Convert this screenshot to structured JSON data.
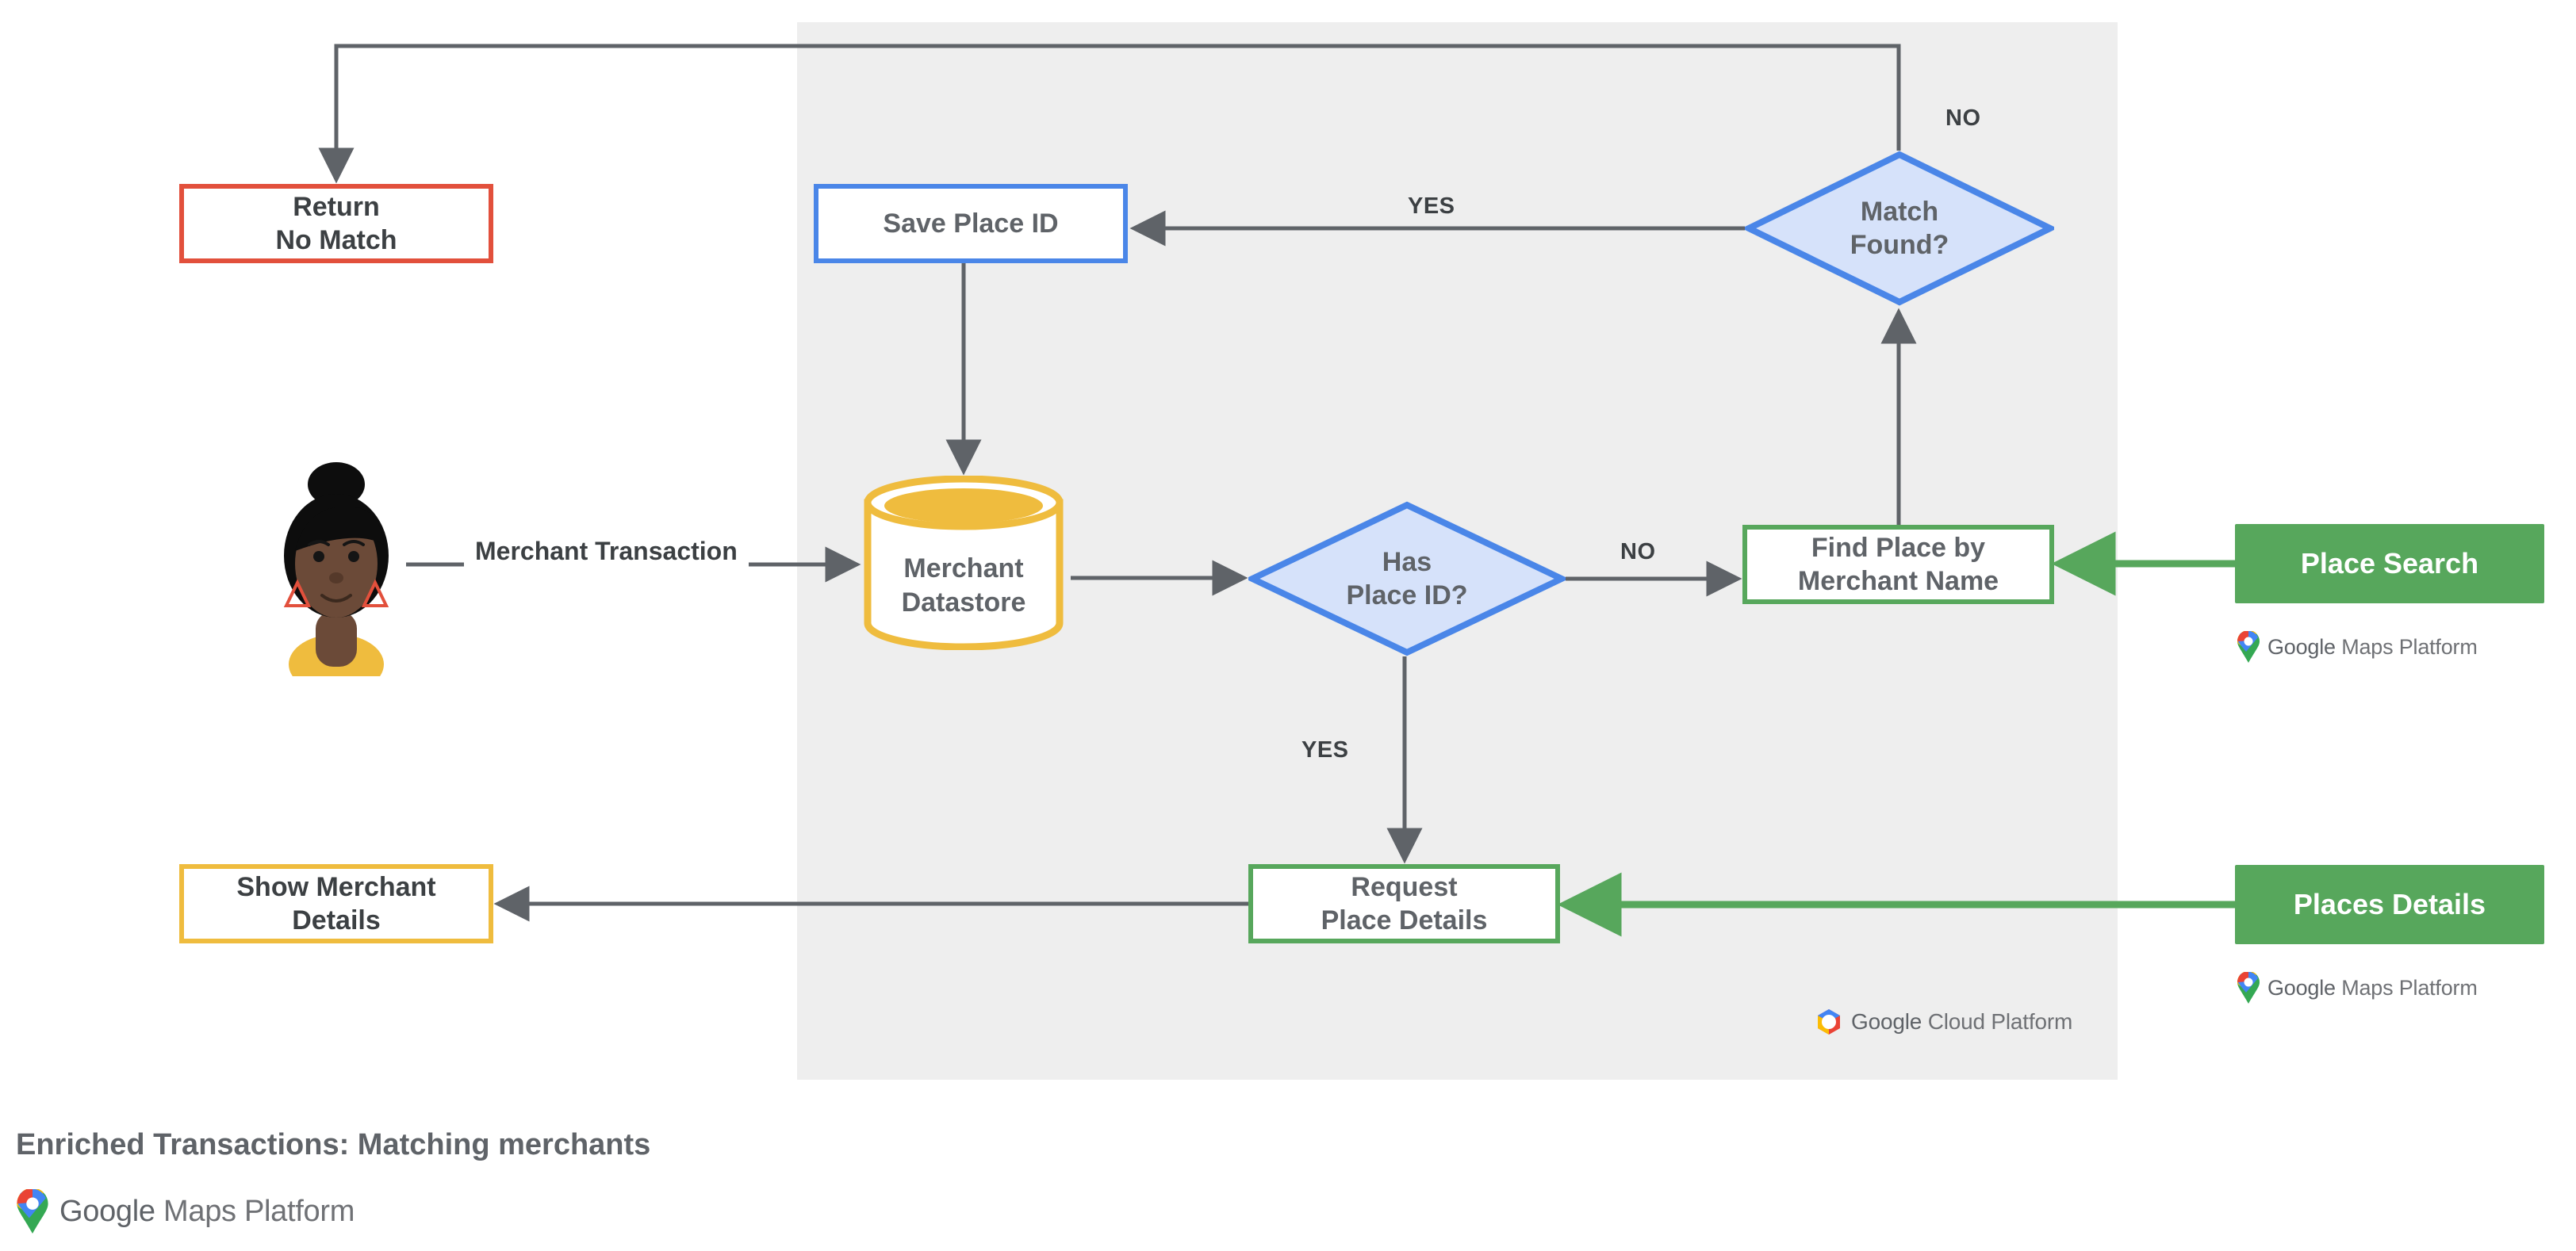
{
  "caption": "Enriched Transactions: Matching merchants",
  "colors": {
    "panel_bg": "#eeeeee",
    "red": "#E2503C",
    "blue": "#4A86E8",
    "blue_fill": "#D6E2FA",
    "yellow": "#EFBC3E",
    "green": "#57A75C",
    "arrow_gray": "#5f6368",
    "text_gray": "#5f6368"
  },
  "nodes": {
    "return_no_match": "Return\nNo Match",
    "return_no_match_l1": "Return",
    "return_no_match_l2": "No Match",
    "save_place_id": "Save Place ID",
    "merchant_datastore_l1": "Merchant",
    "merchant_datastore_l2": "Datastore",
    "has_place_id_l1": "Has",
    "has_place_id_l2": "Place ID?",
    "match_found_l1": "Match",
    "match_found_l2": "Found?",
    "find_place_l1": "Find Place by",
    "find_place_l2": "Merchant Name",
    "request_details_l1": "Request",
    "request_details_l2": "Place Details",
    "show_merchant_l1": "Show Merchant",
    "show_merchant_l2": "Details",
    "place_search": "Place Search",
    "places_details": "Places Details"
  },
  "edge_labels": {
    "merchant_transaction": "Merchant Transaction",
    "no_match_found": "NO",
    "yes_match_found": "YES",
    "no_has_place_id": "NO",
    "yes_has_place_id": "YES"
  },
  "logos": {
    "maps_platform_google": "Google",
    "maps_platform_rest": "Maps Platform",
    "cloud_platform_google": "Google",
    "cloud_platform_rest": "Cloud Platform"
  }
}
